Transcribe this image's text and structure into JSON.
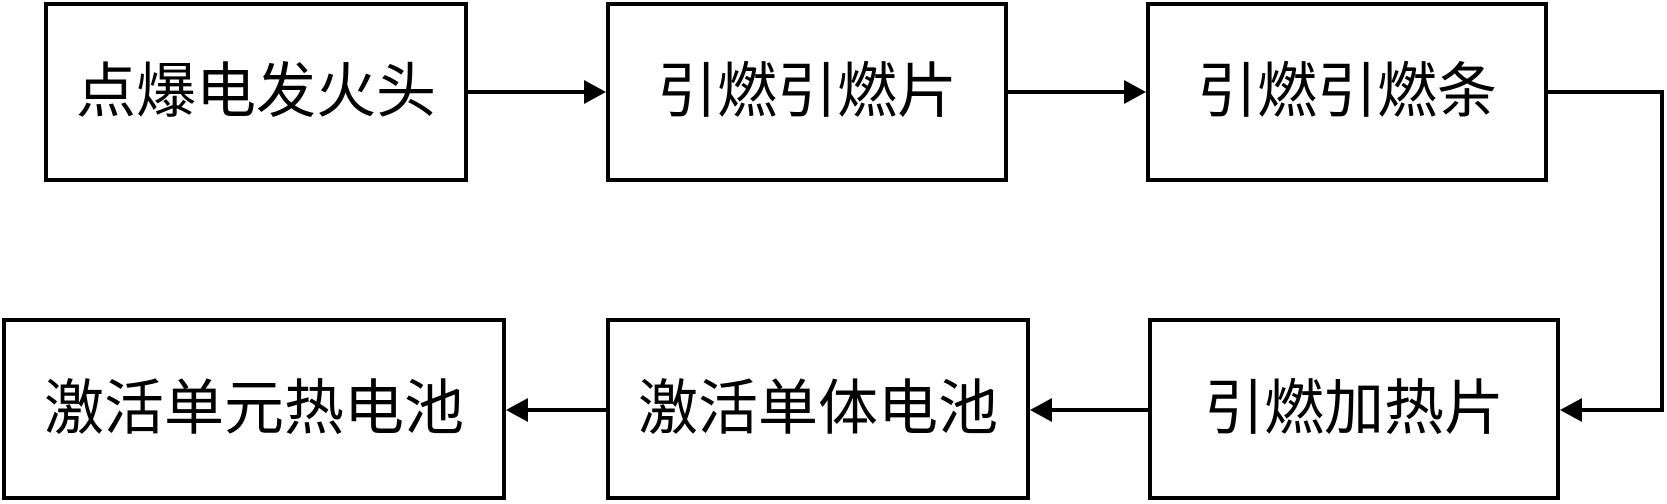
{
  "nodes": {
    "detonator": "点爆电发火头",
    "ignition_sheet": "引燃引燃片",
    "ignition_strip": "引燃引燃条",
    "ignition_heating_sheet": "引燃加热片",
    "activate_single_cell": "激活单体电池",
    "activate_unit_thermal_battery": "激活单元热电池"
  }
}
